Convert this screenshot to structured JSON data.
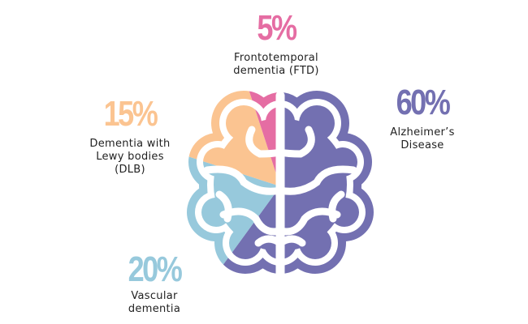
{
  "chart_data": {
    "type": "pie",
    "title": "",
    "slices": [
      {
        "label": "Alzheimer's Disease",
        "lines": [
          "Alzheimer’s",
          "Disease"
        ],
        "value": 60,
        "pct_label": "60%",
        "color": "#7370b1"
      },
      {
        "label": "Vascular dementia",
        "lines": [
          "Vascular",
          "dementia"
        ],
        "value": 20,
        "pct_label": "20%",
        "color": "#97c9dc"
      },
      {
        "label": "Dementia with Lewy bodies (DLB)",
        "lines": [
          "Dementia with",
          "Lewy bodies",
          "(DLB)"
        ],
        "value": 15,
        "pct_label": "15%",
        "color": "#fbc491"
      },
      {
        "label": "Frontotemporal dementia (FTD)",
        "lines": [
          "Frontotemporal",
          "dementia (FTD)"
        ],
        "value": 5,
        "pct_label": "5%",
        "color": "#e56da3"
      }
    ],
    "start": "top",
    "direction": "clockwise",
    "shape": "brain"
  }
}
